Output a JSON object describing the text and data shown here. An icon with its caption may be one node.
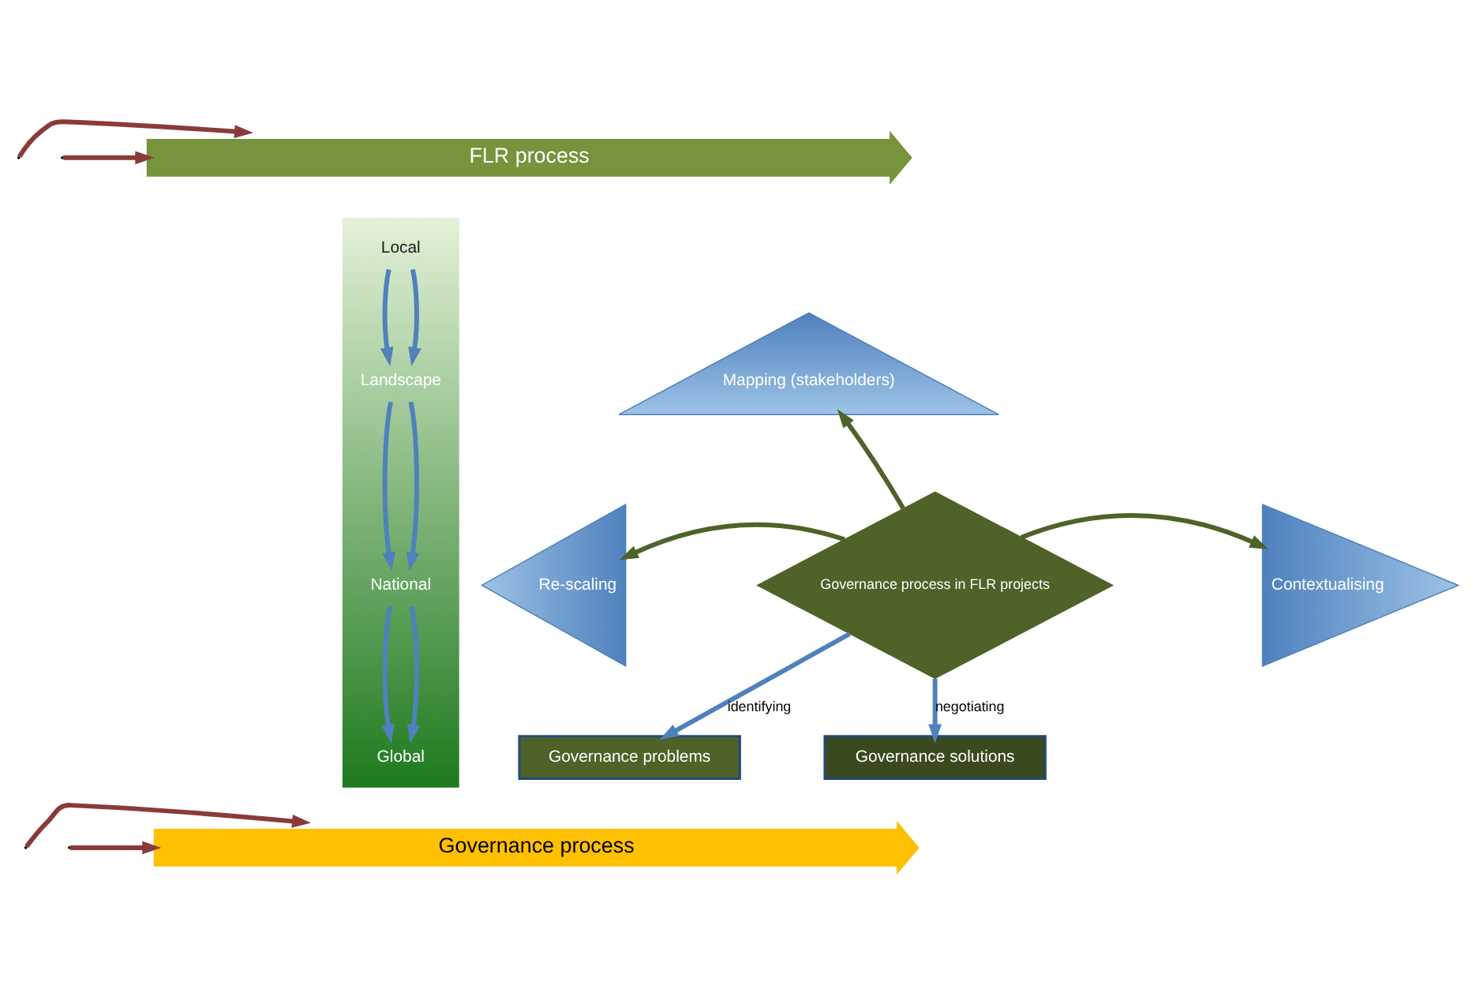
{
  "diagram": {
    "nodes": [
      {
        "text": [
          "FLR process"
        ]
      },
      {
        "text": [
          "Governance process"
        ]
      },
      {
        "text": [],
        "shape": "bar"
      },
      {
        "text": [
          "Local"
        ],
        "in": 2
      },
      {
        "text": [
          "Landscape"
        ],
        "in": 2
      },
      {
        "text": [
          "National"
        ],
        "in": 2
      },
      {
        "text": [
          "Global"
        ],
        "in": 2
      },
      {
        "text": [
          "Mapping (stakeholders)"
        ]
      },
      {
        "text": [
          "Re-scaling"
        ]
      },
      {
        "text": [
          "Governance process in FLR projects"
        ]
      },
      {
        "text": [
          "Contextualising"
        ]
      },
      {
        "text": [
          "Governance problems"
        ]
      },
      {
        "text": [
          "Governance solutions"
        ]
      }
    ],
    "edges": [
      {
        "from": null,
        "to": 0,
        "arrow": "to",
        "color": "#8b3a3a"
      },
      {
        "from": null,
        "to": 1,
        "arrow": "to",
        "color": "#8b3a3a"
      },
      {
        "from": null,
        "to": 0,
        "arrow": "to",
        "color": "#8b3a3a"
      },
      {
        "from": null,
        "to": 1,
        "arrow": "to",
        "color": "#8b3a3a"
      },
      {
        "from": 3,
        "to": 4,
        "arrow": "to",
        "color": "#4f81bd"
      },
      {
        "from": 4,
        "to": 5,
        "arrow": "to",
        "color": "#4f81bd"
      },
      {
        "from": 5,
        "to": 6,
        "arrow": "to",
        "color": "#4f81bd"
      },
      {
        "from": 3,
        "to": 4,
        "arrow": "to",
        "color": "#4f81bd"
      },
      {
        "from": 4,
        "to": 5,
        "arrow": "to",
        "color": "#4f81bd"
      },
      {
        "from": 5,
        "to": 6,
        "arrow": "to",
        "color": "#4f81bd"
      },
      {
        "from": 9,
        "to": 7,
        "arrow": "to",
        "color": "#4f6228"
      },
      {
        "from": 9,
        "to": 8,
        "arrow": "to",
        "color": "#4f6228"
      },
      {
        "from": 9,
        "to": 10,
        "arrow": "to",
        "color": "#4f6228"
      },
      {
        "from": 9,
        "to": 11,
        "label": "identifying",
        "arrow": "to",
        "color": "#4f81bd"
      },
      {
        "from": 9,
        "to": 12,
        "label": "negotiating",
        "arrow": "to",
        "color": "#4f81bd"
      }
    ]
  }
}
